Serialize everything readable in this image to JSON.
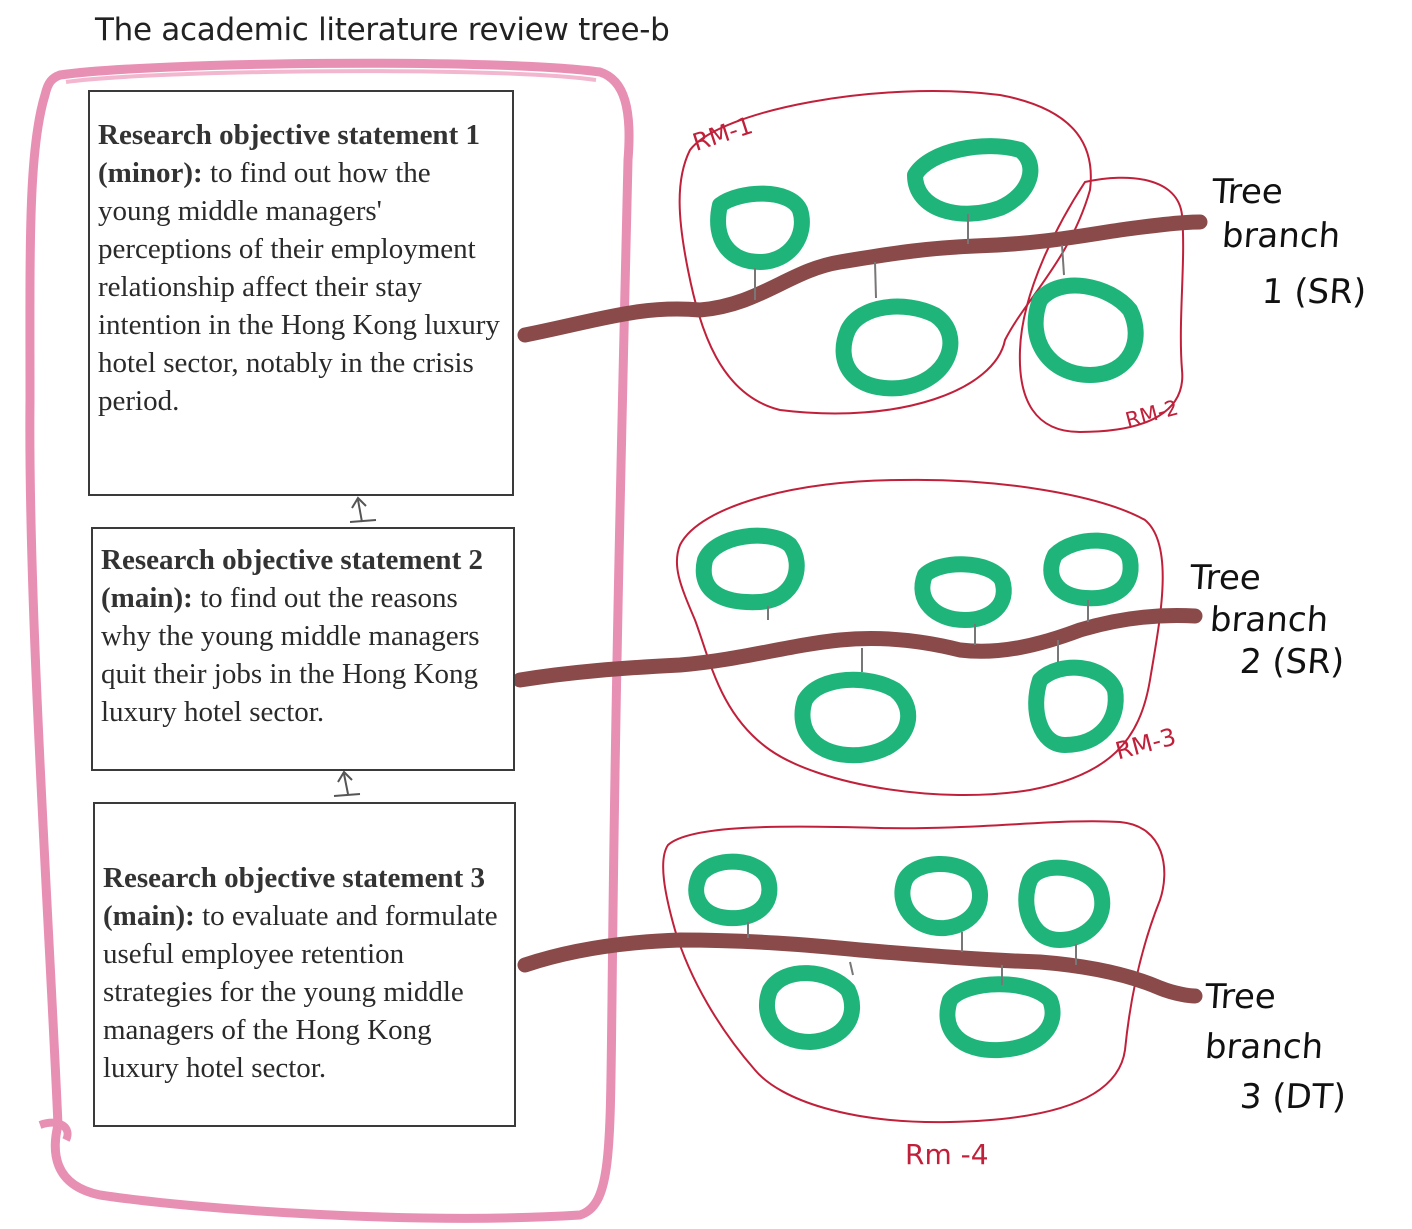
{
  "title": {
    "main": "The academic literature review tree",
    "suffix": "-b"
  },
  "objectives": [
    {
      "heading": "Research objective statement 1 (minor):",
      "text": " to find out how the young middle managers' perceptions of their employment relationship affect their stay intention in the Hong Kong luxury hotel sector, notably in the crisis period."
    },
    {
      "heading": "Research objective statement 2 (main):",
      "text": " to find out the reasons why the young middle managers quit their jobs in the Hong Kong luxury hotel sector."
    },
    {
      "heading": "Research objective statement 3 (main):",
      "text": " to evaluate and formulate useful employee retention strategies for the young middle managers of the Hong Kong luxury hotel sector."
    }
  ],
  "branches": [
    {
      "line1": "Tree",
      "line2": "branch",
      "line3": "1 (SR)"
    },
    {
      "line1": "Tree",
      "line2": "branch",
      "line3": "2 (SR)"
    },
    {
      "line1": "Tree",
      "line2": "branch",
      "line3": "3 (DT)"
    }
  ],
  "rm_labels": [
    "RM-1",
    "RM-2",
    "RM-3",
    "Rm -4"
  ],
  "colors": {
    "outline": "#e88fb4",
    "branch": "#8a4a4a",
    "leaf": "#1fb57a",
    "rm_outline": "#c0203a"
  }
}
